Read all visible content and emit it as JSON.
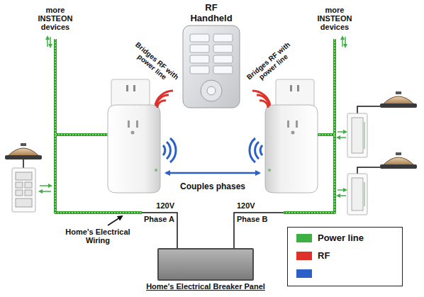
{
  "diagram": {
    "nodes": [
      {
        "text": [
          "RF Handheld"
        ]
      },
      {
        "text": [
          "Home's Electrical Breaker Panel"
        ]
      }
    ],
    "labels": [
      "more INSTEON devices",
      "more INSTEON devices",
      "Bridges RF with power line",
      "Bridges RF with power line",
      "Couples phases",
      "120V",
      "Phase A",
      "120V",
      "Phase B",
      "Home's Electrical Wiring"
    ],
    "legend": [
      {
        "text": "Power line",
        "color": "#3cb043"
      },
      {
        "text": "RF",
        "color": "#e0302a"
      }
    ]
  }
}
